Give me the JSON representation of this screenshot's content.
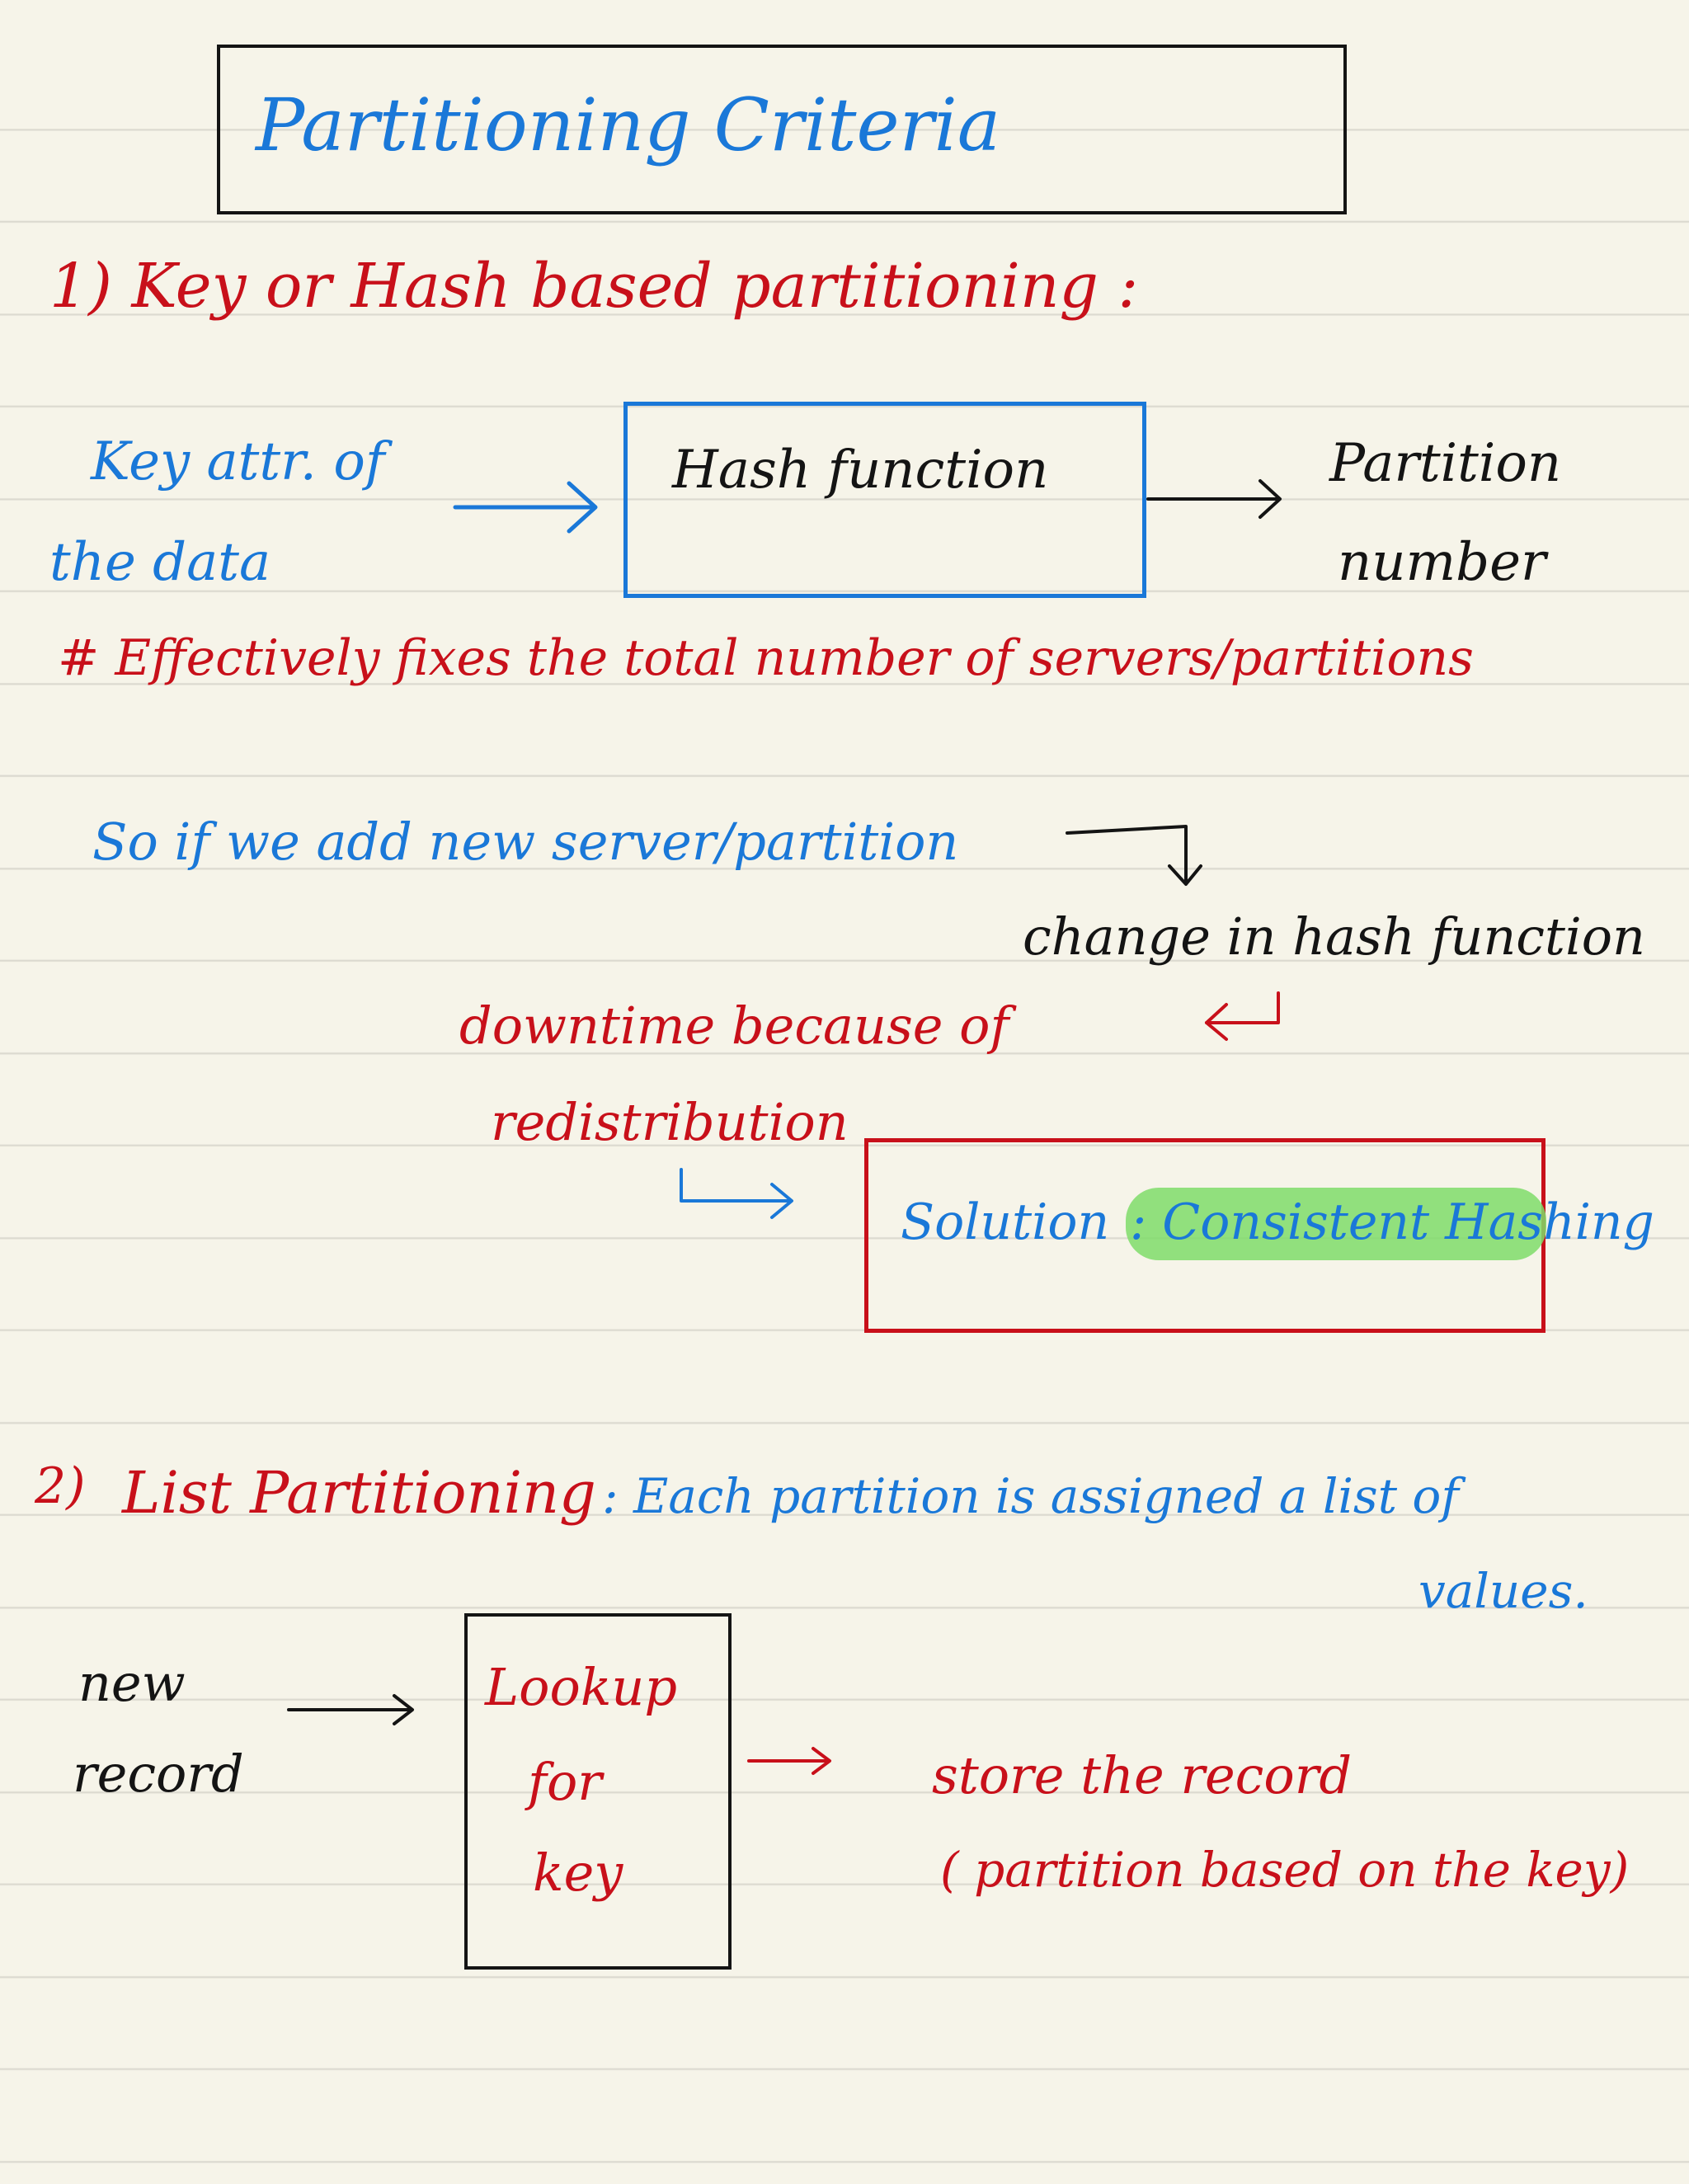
{
  "page": {
    "title": "Partitioning Criteria",
    "section1": {
      "heading": "1) Key or Hash based partitioning :",
      "input_label_line1": "Key attr. of",
      "input_label_line2": "the data",
      "hash_box_label": "Hash function",
      "output_label_line1": "Partition",
      "output_label_line2": "number",
      "note": "# Effectively fixes the total number of servers/partitions",
      "if_line": "So if we add new server/partition",
      "change_line": "change in hash function",
      "downtime_line1": "downtime because of",
      "downtime_line2": "redistribution",
      "solution_label": "Solution",
      "solution_value": ": Consistent Hashing"
    },
    "section2": {
      "heading_number": "2)",
      "heading": "List Partitioning",
      "description_line1": ": Each partition is assigned a list of",
      "description_line2": "values.",
      "input_line1": "new",
      "input_line2": "record",
      "lookup_line1": "Lookup",
      "lookup_line2": "for",
      "lookup_line3": "key",
      "output_line1": "store the record",
      "output_line2": "( partition based on the key)"
    },
    "colors": {
      "paper": "#f6f4e9",
      "rule_line": "#dcdad0",
      "ink_blue": "#1a78d8",
      "ink_red": "#c8101a",
      "ink_black": "#141414",
      "highlight_green": "#7fdc6a"
    }
  }
}
